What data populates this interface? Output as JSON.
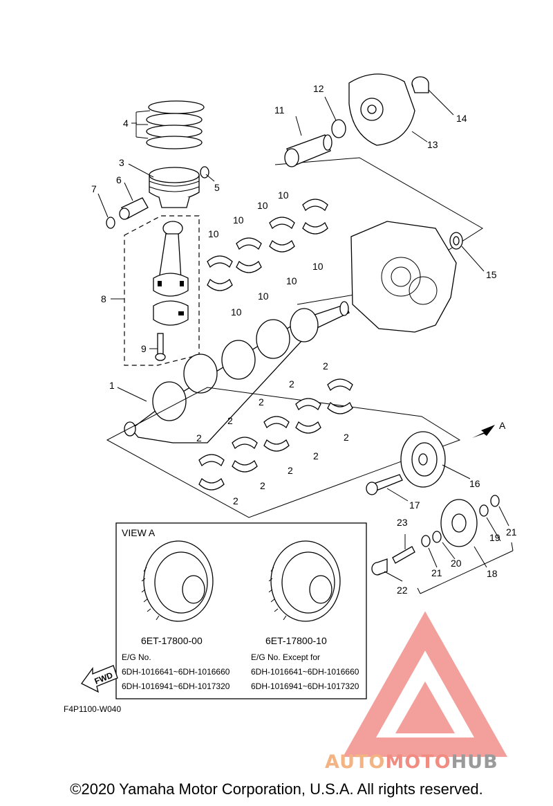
{
  "callouts": {
    "p1": "1",
    "p2": "2",
    "p3": "3",
    "p4": "4",
    "p5": "5",
    "p6": "6",
    "p7": "7",
    "p8": "8",
    "p9": "9",
    "p10": "10",
    "p11": "11",
    "p12": "12",
    "p13": "13",
    "p14": "14",
    "p15": "15",
    "p16": "16",
    "p17": "17",
    "p18": "18",
    "p19": "19",
    "p20": "20",
    "p21": "21",
    "p22": "22",
    "p23": "23",
    "view_marker": "A"
  },
  "view_box": {
    "title": "VIEW A",
    "left_part_no": "6ET-17800-00",
    "right_part_no": "6ET-17800-10",
    "left_eg_heading": "E/G No.",
    "left_eg_range1": "6DH-1016641~6DH-1016660",
    "left_eg_range2": "6DH-1016941~6DH-1017320",
    "right_eg_heading": "E/G No. Except for",
    "right_eg_range1": "6DH-1016641~6DH-1016660",
    "right_eg_range2": "6DH-1016941~6DH-1017320"
  },
  "fwd_label": "FWD",
  "diagram_code": "F4P1100-W040",
  "copyright": "©2020 Yamaha Motor Corporation, U.S.A. All rights reserved.",
  "watermark": {
    "part1": "AUTO",
    "part2": "MOTO",
    "part3": "HUB",
    "colors": {
      "auto": "#f4b383",
      "moto": "#f18c82",
      "hub": "#9a9a9a",
      "triangle": "#ef7f7a"
    }
  }
}
